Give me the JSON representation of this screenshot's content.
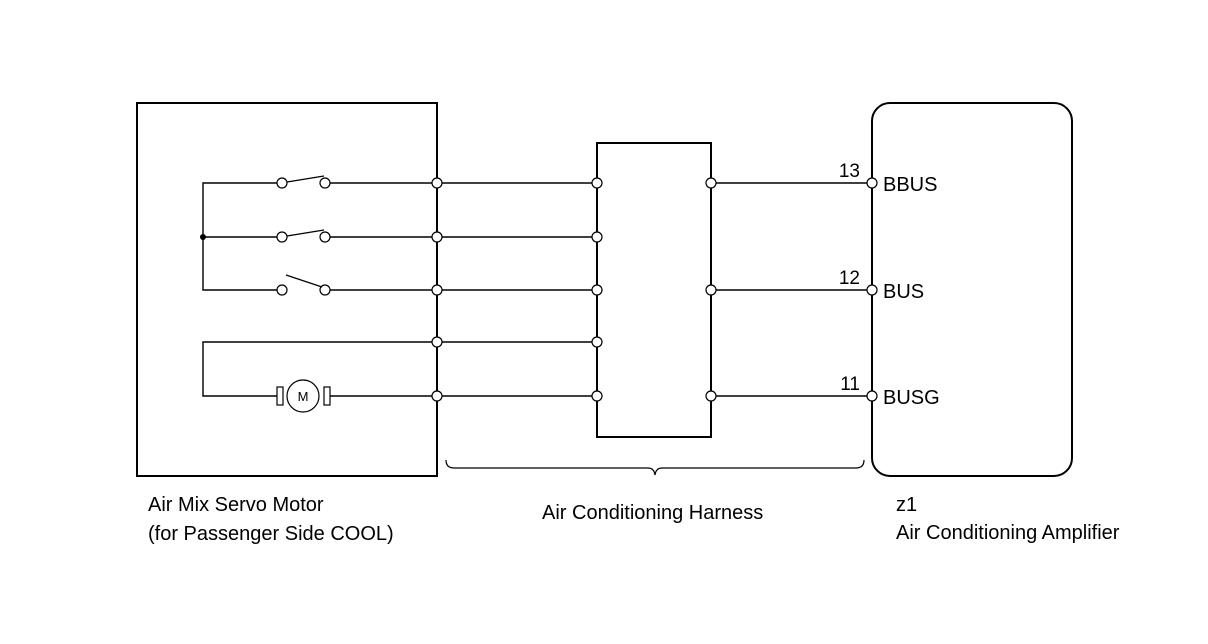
{
  "components": {
    "servo_motor": {
      "line1": "Air Mix Servo Motor",
      "line2": "(for Passenger Side COOL)",
      "motor_symbol": "M"
    },
    "harness": {
      "label": "Air Conditioning Harness"
    },
    "amplifier": {
      "code": "z1",
      "name": "Air Conditioning Amplifier"
    }
  },
  "pins": [
    {
      "number": "13",
      "name": "BBUS"
    },
    {
      "number": "12",
      "name": "BUS"
    },
    {
      "number": "11",
      "name": "BUSG"
    }
  ]
}
